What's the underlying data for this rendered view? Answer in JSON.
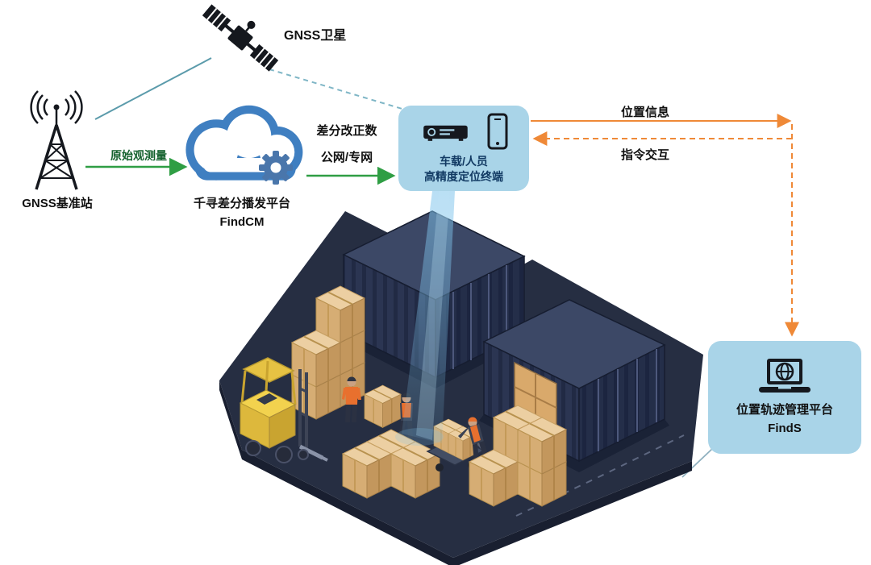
{
  "diagram": {
    "satellite": {
      "label": "GNSS卫星"
    },
    "base_station": {
      "label": "GNSS基准站"
    },
    "cloud_platform": {
      "name": "千寻差分播发平台",
      "product": "FindCM"
    },
    "edges": {
      "raw_observation": "原始观测量",
      "correction_line1": "差分改正数",
      "correction_line2": "公网/专网",
      "position_info": "位置信息",
      "command_interaction": "指令交互"
    },
    "terminal": {
      "line1": "车载/人员",
      "line2": "高精度定位终端"
    },
    "management_platform": {
      "name": "位置轨迹管理平台",
      "product": "FindS"
    }
  },
  "colors": {
    "node_box_fill": "#a9d4e8",
    "cloud_blue": "#3f7fc1",
    "gear_blue": "#4a76ab",
    "arrow_green": "#2f9e44",
    "label_green": "#15622e",
    "arrow_orange": "#ef8937",
    "satellite_link_teal": "#5b9bab",
    "floor_navy": "#262e42",
    "container_navy": "#2a3450",
    "box_tan": "#d6ad74",
    "forklift_yellow": "#f2d24e",
    "beam_blue": "#7fc4ec"
  }
}
